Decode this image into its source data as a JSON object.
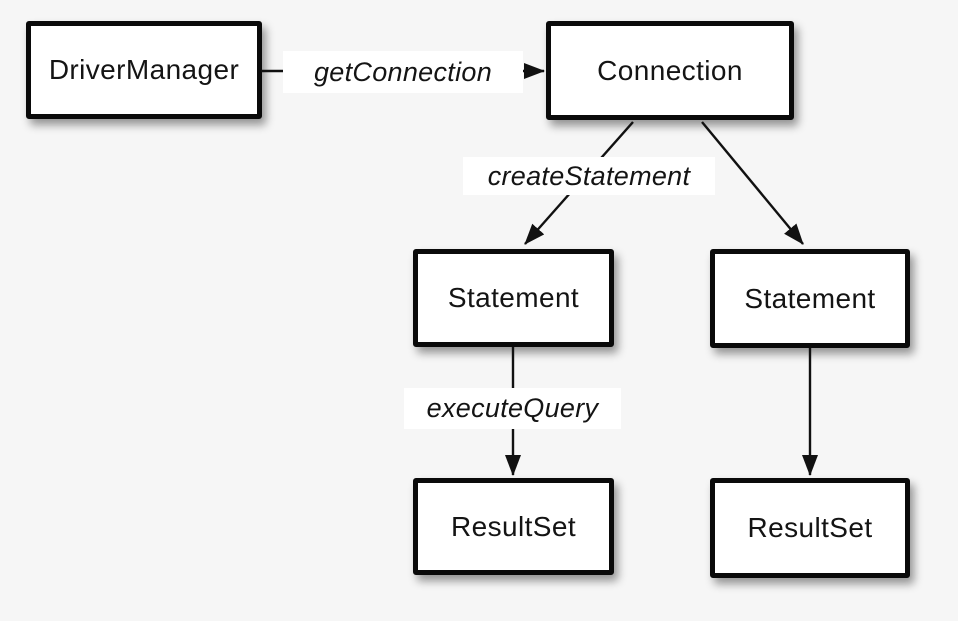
{
  "nodes": {
    "driver_manager": {
      "label": "DriverManager"
    },
    "connection": {
      "label": "Connection"
    },
    "statement_1": {
      "label": "Statement"
    },
    "statement_2": {
      "label": "Statement"
    },
    "resultset_1": {
      "label": "ResultSet"
    },
    "resultset_2": {
      "label": "ResultSet"
    }
  },
  "edges": {
    "get_connection": {
      "label": "getConnection"
    },
    "create_statement": {
      "label": "createStatement"
    },
    "execute_query": {
      "label": "executeQuery"
    }
  },
  "colors": {
    "background": "#f6f6f6",
    "node_fill": "#ffffff",
    "node_border": "#0a0a0a",
    "text": "#141414"
  }
}
